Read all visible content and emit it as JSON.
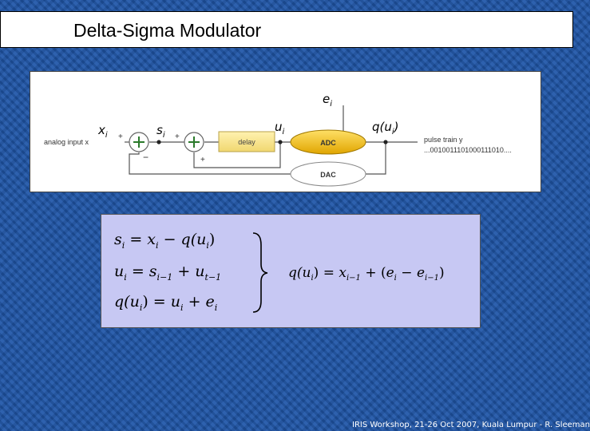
{
  "title": "Delta-Sigma Modulator",
  "diagram": {
    "label_e": "e",
    "label_e_sub": "i",
    "label_x": "x",
    "label_x_sub": "i",
    "label_s": "s",
    "label_s_sub": "i",
    "label_u": "u",
    "label_u_sub": "i",
    "label_q": "q(u",
    "label_q_sub": "i",
    "label_q_end": ")",
    "input_label": "analog input x",
    "plus1": "+",
    "minus1": "−",
    "plus2": "+",
    "plus3": "+",
    "delay": "delay",
    "adc": "ADC",
    "dac": "DAC",
    "output_label": "pulse train y",
    "bitstream": "...0010011101000111010...."
  },
  "equations": {
    "eq1": {
      "lhs": "s",
      "lhs_sub": "i",
      "eq": " = ",
      "t1": "x",
      "t1_sub": "i",
      "op": " − ",
      "t2": "q(u",
      "t2_sub": "i",
      "t2_end": ")"
    },
    "eq2": {
      "lhs": "u",
      "lhs_sub": "i",
      "eq": " = ",
      "t1": "s",
      "t1_sub": "i−1",
      "op": " + ",
      "t2": "u",
      "t2_sub": "t−1"
    },
    "eq3": {
      "lhs": "q(u",
      "lhs_sub": "i",
      "lhs_end": ")",
      "eq": " = ",
      "t1": "u",
      "t1_sub": "i",
      "op": " + ",
      "t2": "e",
      "t2_sub": "i"
    },
    "result": {
      "a": "q(u",
      "a_sub": "i",
      "a_end": ")",
      "eq": " = ",
      "b": "x",
      "b_sub": "i−1",
      "op": " + (",
      "c": "e",
      "c_sub": "i",
      "op2": " − ",
      "d": "e",
      "d_sub": "i−1",
      "close": ")"
    }
  },
  "footer": "IRIS Workshop,  21-26 Oct 2007, Kuala Lumpur  -  R. Sleeman"
}
